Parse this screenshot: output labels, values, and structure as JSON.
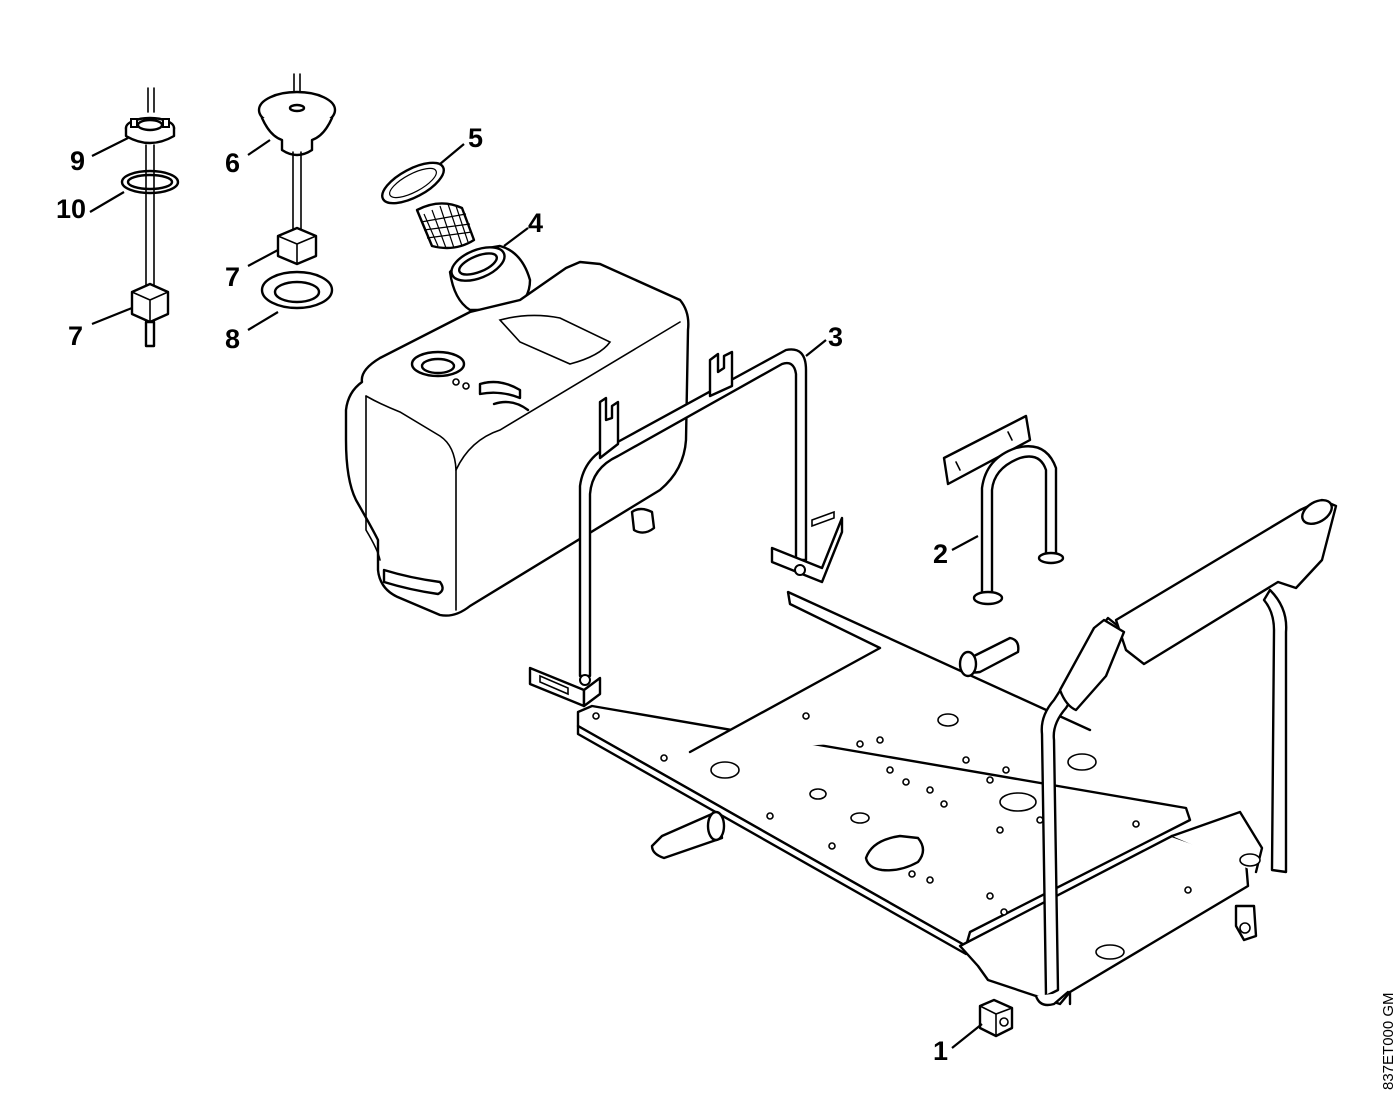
{
  "callouts": [
    {
      "id": "1",
      "text": "1"
    },
    {
      "id": "2",
      "text": "2"
    },
    {
      "id": "3",
      "text": "3"
    },
    {
      "id": "4",
      "text": "4"
    },
    {
      "id": "5",
      "text": "5"
    },
    {
      "id": "6",
      "text": "6"
    },
    {
      "id": "7a",
      "text": "7"
    },
    {
      "id": "7b",
      "text": "7"
    },
    {
      "id": "8",
      "text": "8"
    },
    {
      "id": "9",
      "text": "9"
    },
    {
      "id": "10",
      "text": "10"
    }
  ],
  "drawing_code": "837ET000 GM",
  "colors": {
    "ink": "#000000",
    "paper": "#ffffff"
  }
}
